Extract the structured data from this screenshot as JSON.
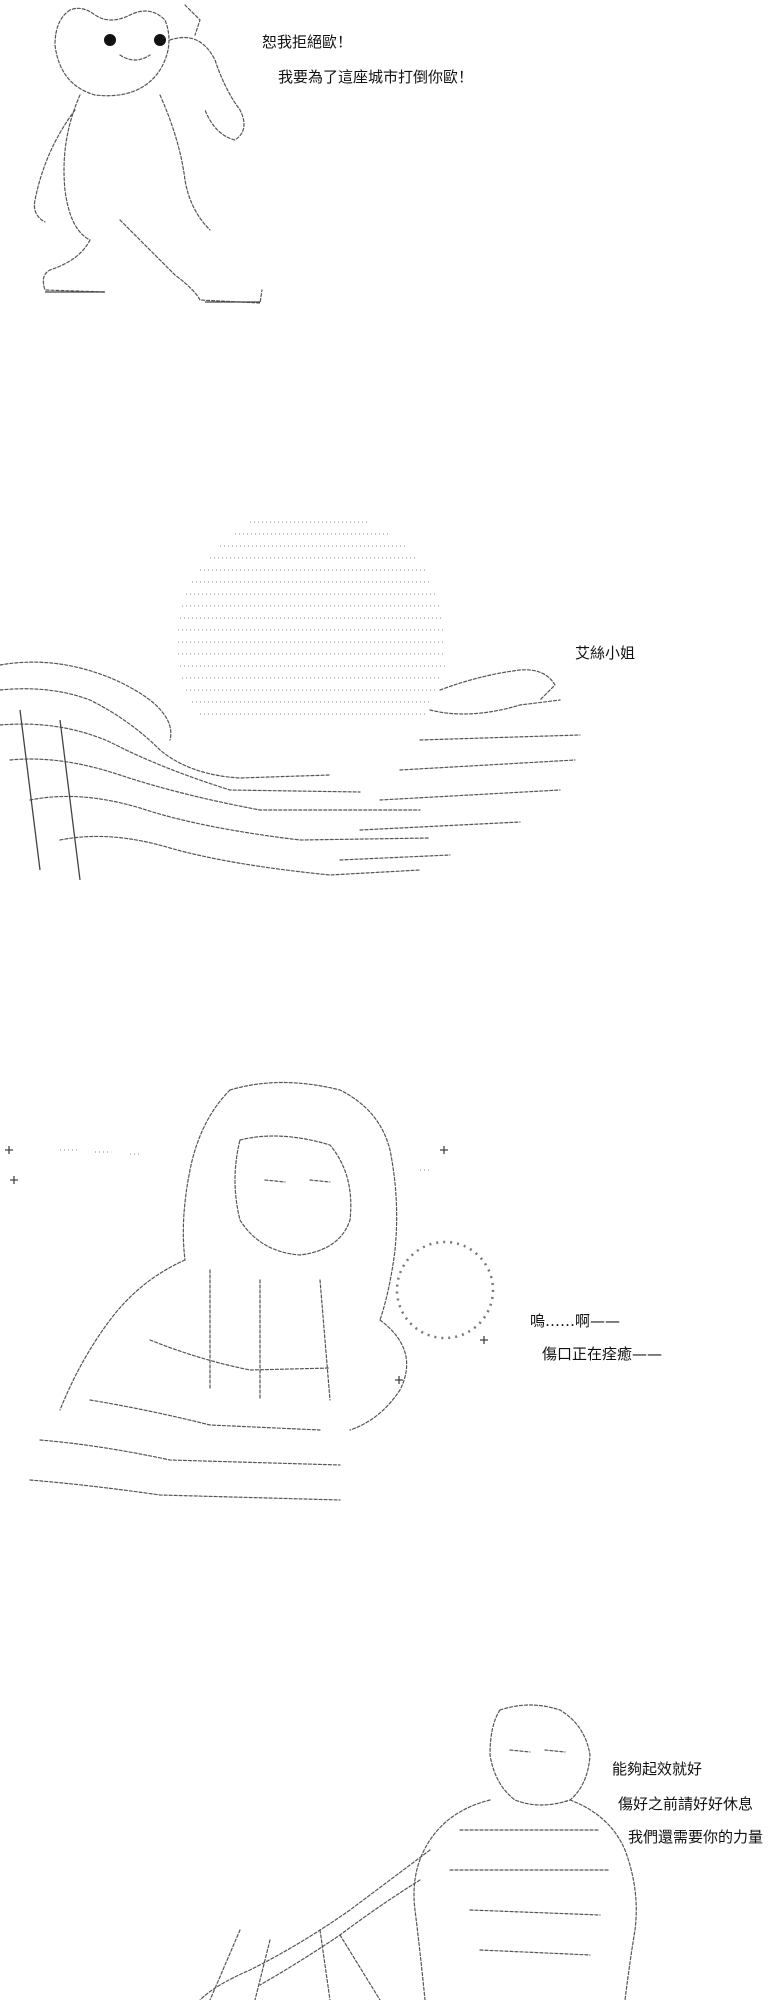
{
  "panels": [
    {
      "dialogue": [
        "恕我拒絕歐！",
        "我要為了這座城市打倒你歐！"
      ]
    },
    {
      "dialogue": [
        "艾絲小姐"
      ]
    },
    {
      "dialogue": [
        "嗚……啊——",
        "傷口正在痊癒——"
      ]
    },
    {
      "dialogue": [
        "能夠起效就好",
        "傷好之前請好好休息",
        "我們還需要你的力量"
      ]
    }
  ]
}
